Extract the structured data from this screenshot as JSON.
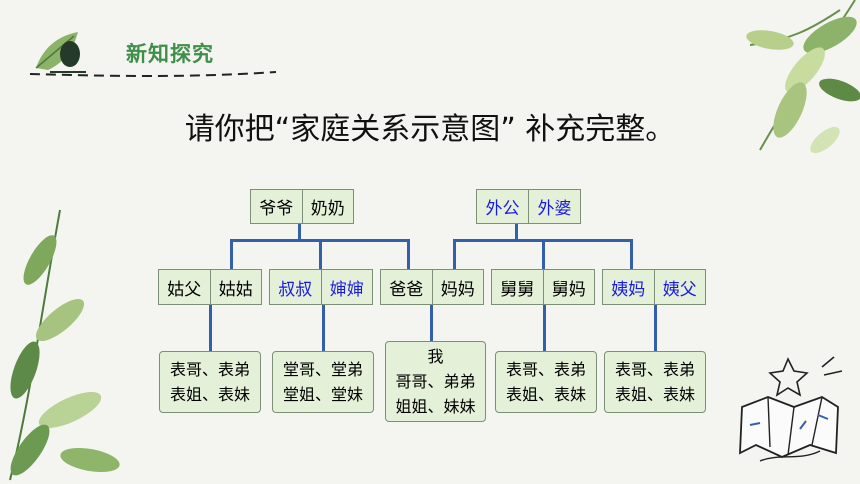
{
  "header": {
    "title": "新知探究"
  },
  "instruction": "请你把“家庭关系示意图” 补充完整。",
  "grandparents": {
    "paternal": {
      "left": "爷爷",
      "right": "奶奶"
    },
    "maternal": {
      "left": "外公",
      "right": "外婆"
    }
  },
  "parents": [
    {
      "left": "姑父",
      "right": "姑姑"
    },
    {
      "left": "叔叔",
      "right": "婶婶"
    },
    {
      "left": "爸爸",
      "right": "妈妈"
    },
    {
      "left": "舅舅",
      "right": "舅妈"
    },
    {
      "left": "姨妈",
      "right": "姨父"
    }
  ],
  "children": [
    {
      "line1": "表哥、表弟",
      "line2": "表姐、表妹"
    },
    {
      "line1": "堂哥、堂弟",
      "line2": "堂姐、堂妹"
    },
    {
      "line0": "我",
      "line1": "哥哥、弟弟",
      "line2": "姐姐、妹妹"
    },
    {
      "line1": "表哥、表弟",
      "line2": "表姐、表妹"
    },
    {
      "line1": "表哥、表弟",
      "line2": "表姐、表妹"
    }
  ],
  "colors": {
    "answer_blue": "#1a1ae6",
    "line_blue": "#3560a8",
    "box_fill": "#e5f0d9",
    "header_green": "#3f8f4a"
  }
}
